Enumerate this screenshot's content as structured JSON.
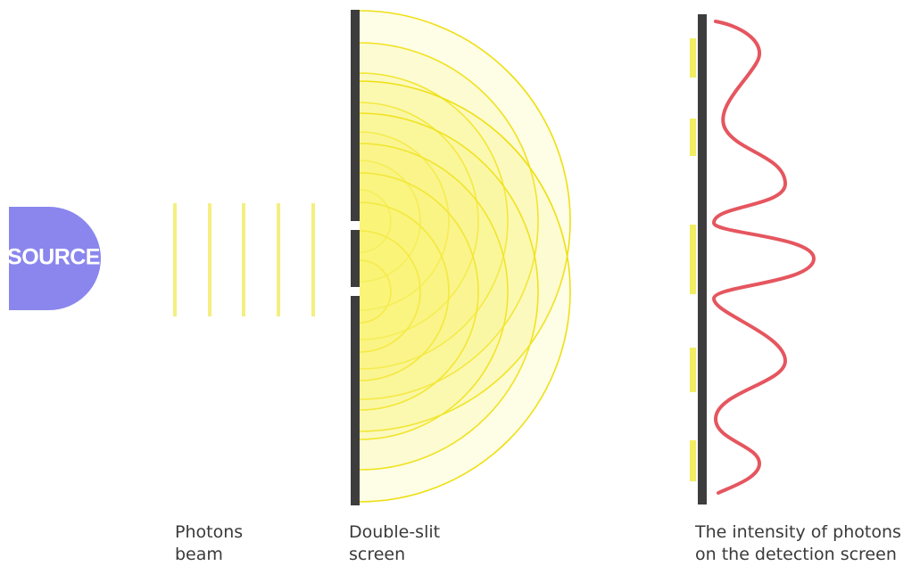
{
  "source": {
    "label": "SOURCE"
  },
  "captions": {
    "photons_beam": [
      "Photons",
      "beam"
    ],
    "double_slit_screen": [
      "Double-slit",
      "screen"
    ],
    "detection": [
      "The intensity of photons",
      "on the detection screen"
    ]
  },
  "colors": {
    "source": "#8a86ee",
    "beam": "#f4ef80",
    "barrier": "#3d3d3d",
    "wave_fill": "#fbf46a",
    "wave_stroke": "#eedf12",
    "intensity_curve": "#e5565f",
    "fringe": "#f3ed63"
  },
  "icons": {
    "source": "source-emitter-icon"
  }
}
